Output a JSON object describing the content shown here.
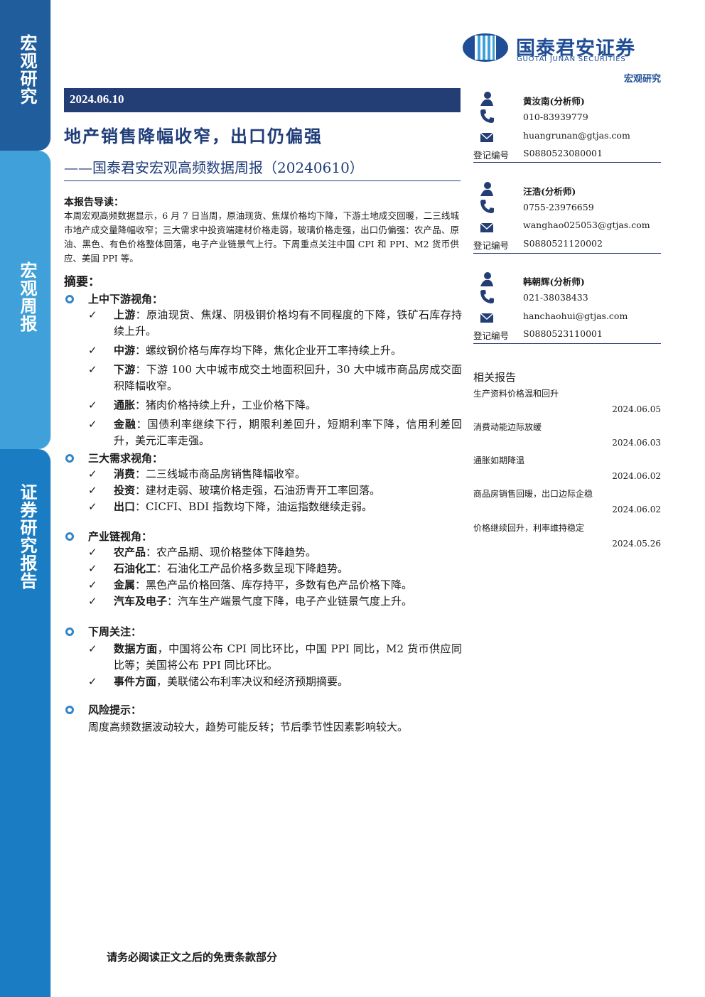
{
  "sidebar": {
    "block1": "宏观研究",
    "block2": "宏观周报",
    "block3": "证券研究报告"
  },
  "logo": {
    "cn": "国泰君安证券",
    "en": "GUOTAI JUNAN SECURITIES"
  },
  "header_tag": "宏观研究",
  "date": "2024.06.10",
  "title": "地产销售降幅收窄，出口仍偏强",
  "subtitle": "——国泰君安宏观高频数据周报（20240610）",
  "guide": {
    "heading": "本报告导读：",
    "body": "本周宏观高频数据显示，6 月 7 日当周，原油现货、焦煤价格均下降，下游土地成交回暖，二三线城市地产成交量降幅收窄；三大需求中投资端建材价格走弱，玻璃价格走强，出口仍偏强：农产品、原油、黑色、有色价格整体回落，电子产业链景气上行。下周重点关注中国 CPI 和 PPI、M2 货币供应、美国 PPI 等。"
  },
  "abstract_heading": "摘要：",
  "sections": [
    {
      "heading": "上中下游视角：",
      "items": [
        {
          "key": "上游",
          "text": "：原油现货、焦煤、阴极铜价格均有不同程度的下降，铁矿石库存持续上升。"
        },
        {
          "key": "中游",
          "text": "：螺纹钢价格与库存均下降，焦化企业开工率持续上升。"
        },
        {
          "key": "下游",
          "text": "：下游 100 大中城市成交土地面积回升，30 大中城市商品房成交面积降幅收窄。"
        },
        {
          "key": "通胀",
          "text": "：猪肉价格持续上升，工业价格下降。"
        },
        {
          "key": "金融",
          "text": "：国债利率继续下行，期限利差回升，短期利率下降，信用利差回升，美元汇率走强。"
        }
      ]
    },
    {
      "heading": "三大需求视角：",
      "items": [
        {
          "key": "消费",
          "text": "：二三线城市商品房销售降幅收窄。"
        },
        {
          "key": "投资",
          "text": "：建材走弱、玻璃价格走强，石油沥青开工率回落。"
        },
        {
          "key": "出口",
          "text": "：CICFI、BDI 指数均下降，油运指数继续走弱。"
        }
      ]
    },
    {
      "heading": "产业链视角：",
      "items": [
        {
          "key": "农产品",
          "text": "：农产品期、现价格整体下降趋势。"
        },
        {
          "key": "石油化工",
          "text": "：石油化工产品价格多数呈现下降趋势。"
        },
        {
          "key": "金属",
          "text": "：黑色产品价格回落、库存持平，多数有色产品价格下降。"
        },
        {
          "key": "汽车及电子",
          "text": "：汽车生产端景气度下降，电子产业链景气度上升。"
        }
      ]
    },
    {
      "heading": "下周关注：",
      "items": [
        {
          "key": "数据方面",
          "text": "，中国将公布 CPI 同比环比，中国 PPI 同比，M2 货币供应同比等；美国将公布 PPI 同比环比。"
        },
        {
          "key": "事件方面",
          "text": "，美联储公布利率决议和经济预期摘要。"
        }
      ]
    },
    {
      "heading": "风险提示：",
      "plain": "周度高频数据波动较大，趋势可能反转；节后季节性因素影响较大。"
    }
  ],
  "check_mark": "✓",
  "analysts": [
    {
      "name": "黄汝南(分析师)",
      "phone": "010-83939779",
      "email": "huangrunan@gtjas.com",
      "reg_label": "登记编号",
      "reg": "S0880523080001"
    },
    {
      "name": "汪浩(分析师)",
      "phone": "0755-23976659",
      "email": "wanghao025053@gtjas.com",
      "reg_label": "登记编号",
      "reg": "S0880521120002"
    },
    {
      "name": "韩朝辉(分析师)",
      "phone": "021-38038433",
      "email": "hanchaohui@gtjas.com",
      "reg_label": "登记编号",
      "reg": "S0880523110001"
    }
  ],
  "related": {
    "heading": "相关报告",
    "items": [
      {
        "title": "生产资料价格温和回升",
        "date": "2024.06.05"
      },
      {
        "title": "消费动能边际放缓",
        "date": "2024.06.03"
      },
      {
        "title": "通胀如期降温",
        "date": "2024.06.02"
      },
      {
        "title": "商品房销售回暖，出口边际企稳",
        "date": "2024.06.02"
      },
      {
        "title": "价格继续回升，利率维持稳定",
        "date": "2024.05.26"
      }
    ]
  },
  "footer": "请务必阅读正文之后的免责条款部分",
  "colors": {
    "navy": "#233e74",
    "title_blue": "#1f3d78",
    "sidebar_dark": "#1f5d9c",
    "sidebar_light": "#3fa0da",
    "sidebar_mid": "#1a7dc4",
    "bullet_blue": "#2f86c8"
  }
}
